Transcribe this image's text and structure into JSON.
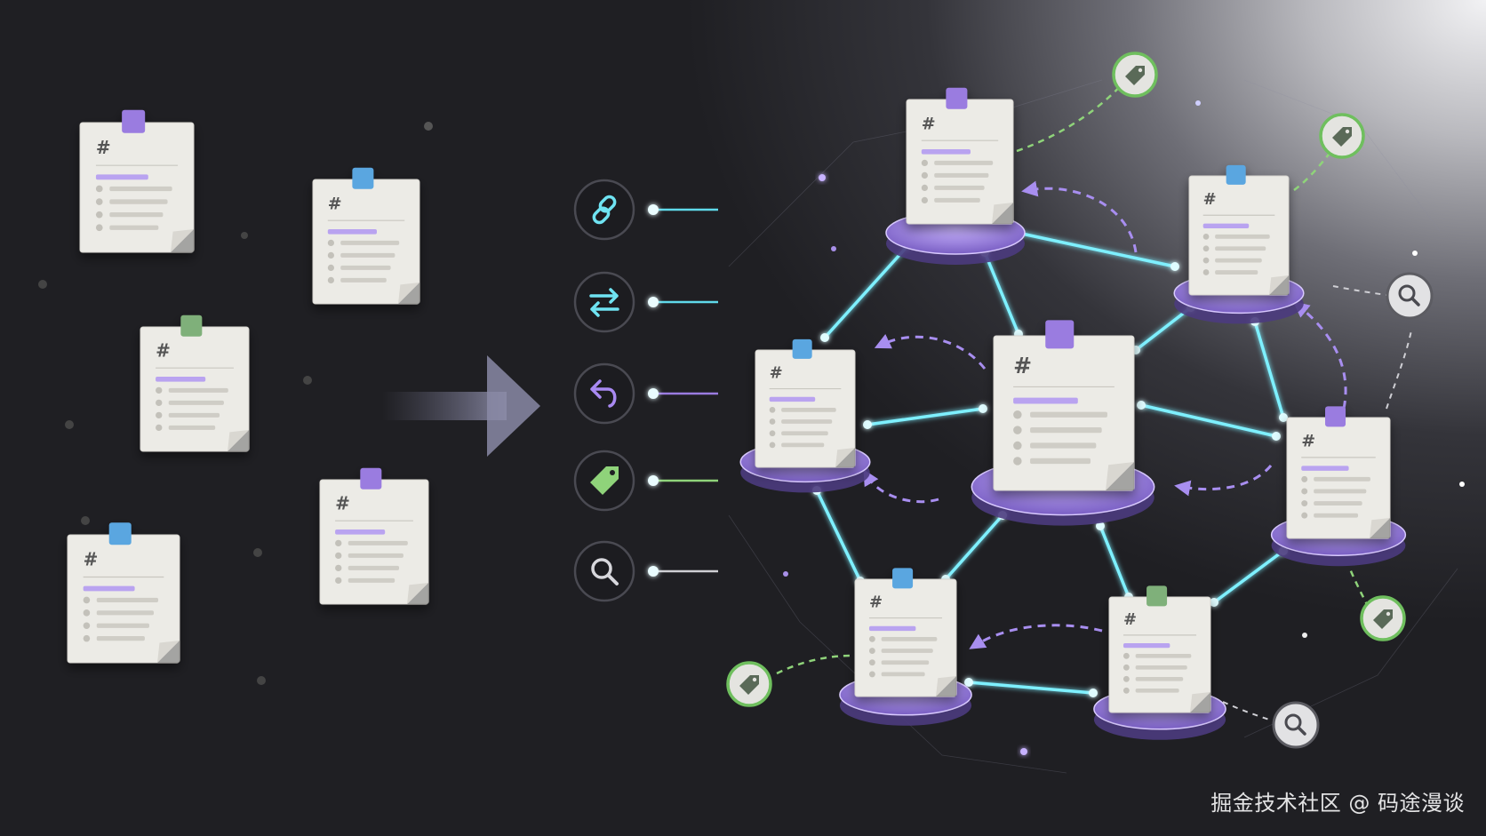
{
  "colors": {
    "background_dark": "#1f1f23",
    "background_light": "#f2f2f4",
    "purple": "#9a7be0",
    "blue": "#5aa6e0",
    "green": "#7fb07a",
    "cyan_link": "#7ef0ff",
    "paper": "#ecebe6",
    "tag_green": "#8fd37a",
    "search_gray": "#cfcfd4"
  },
  "note_symbol": "#",
  "scattered_notes": [
    {
      "pin": "purple"
    },
    {
      "pin": "blue"
    },
    {
      "pin": "green"
    },
    {
      "pin": "purple"
    },
    {
      "pin": "blue"
    }
  ],
  "operations": [
    {
      "icon": "link-icon",
      "line_color": "#5fd9ea"
    },
    {
      "icon": "swap-arrows-icon",
      "line_color": "#5fd9ea"
    },
    {
      "icon": "reply-arrow-icon",
      "line_color": "#9a7be0"
    },
    {
      "icon": "tag-icon",
      "line_color": "#8fd37a"
    },
    {
      "icon": "search-icon",
      "line_color": "#cfcfd4"
    }
  ],
  "network_notes": [
    {
      "pin": "purple"
    },
    {
      "pin": "blue"
    },
    {
      "pin": "blue"
    },
    {
      "pin": "purple"
    },
    {
      "pin": "purple"
    },
    {
      "pin": "blue"
    },
    {
      "pin": "green"
    }
  ],
  "watermark": "掘金技术社区 @ 码途漫谈"
}
